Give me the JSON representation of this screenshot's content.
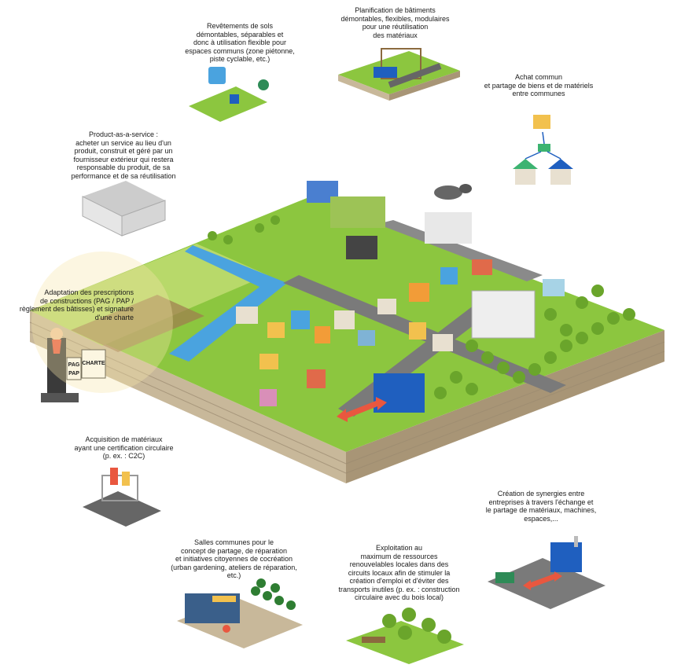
{
  "labels": {
    "revetements": "Revêtements de sols\ndémontables, séparables et\ndonc à utilisation flexible pour\nespaces communs (zone piétonne,\npiste cyclable, etc.)",
    "planification": "Planification de bâtiments\ndémontables, flexibles, modulaires\npour une réutilisation\ndes matériaux",
    "achat": "Achat commun\net partage de biens et de matériels\nentre communes",
    "product": "Product-as-a-service :\nacheter un service au lieu d'un\nproduit, construit et géré par un\nfournisseur extérieur qui restera\nresponsable du produit, de sa\nperformance et de sa réutilisation",
    "adaptation": "Adaptation des prescriptions\nde constructions (PAG / PAP /\nrèglement des bâtisses) et signature\nd'une charte",
    "acquisition": "Acquisition de matériaux\nayant une certification circulaire\n(p. ex. : C2C)",
    "creation": "Création de synergies entre\nentreprises à travers l'échange et\nle partage de matériaux, machines,\nespaces,...",
    "salles": "Salles communes pour le\nconcept de partage, de réparation\net initiatives citoyennes de cocréation\n(urban gardening, ateliers de réparation,\netc.)",
    "exploitation": "Exploitation au\nmaximum de ressources\nrenouvelables locales dans des\ncircuits locaux afin de stimuler la\ncréation d'emploi et d'éviter des\ntransports inutiles (p. ex. : construction\ncirculaire avec du bois local)"
  },
  "signs": {
    "pag": "PAG",
    "pap": "PAP",
    "charte": "CHARTE"
  },
  "colors": {
    "grass": "#8cc63f",
    "grass_dark": "#6aa52b",
    "soil": "#c8b89a",
    "soil_dark": "#9b8a70",
    "road": "#7a7a7a",
    "water": "#4aa3df",
    "accent_blue": "#1f5fbf"
  }
}
